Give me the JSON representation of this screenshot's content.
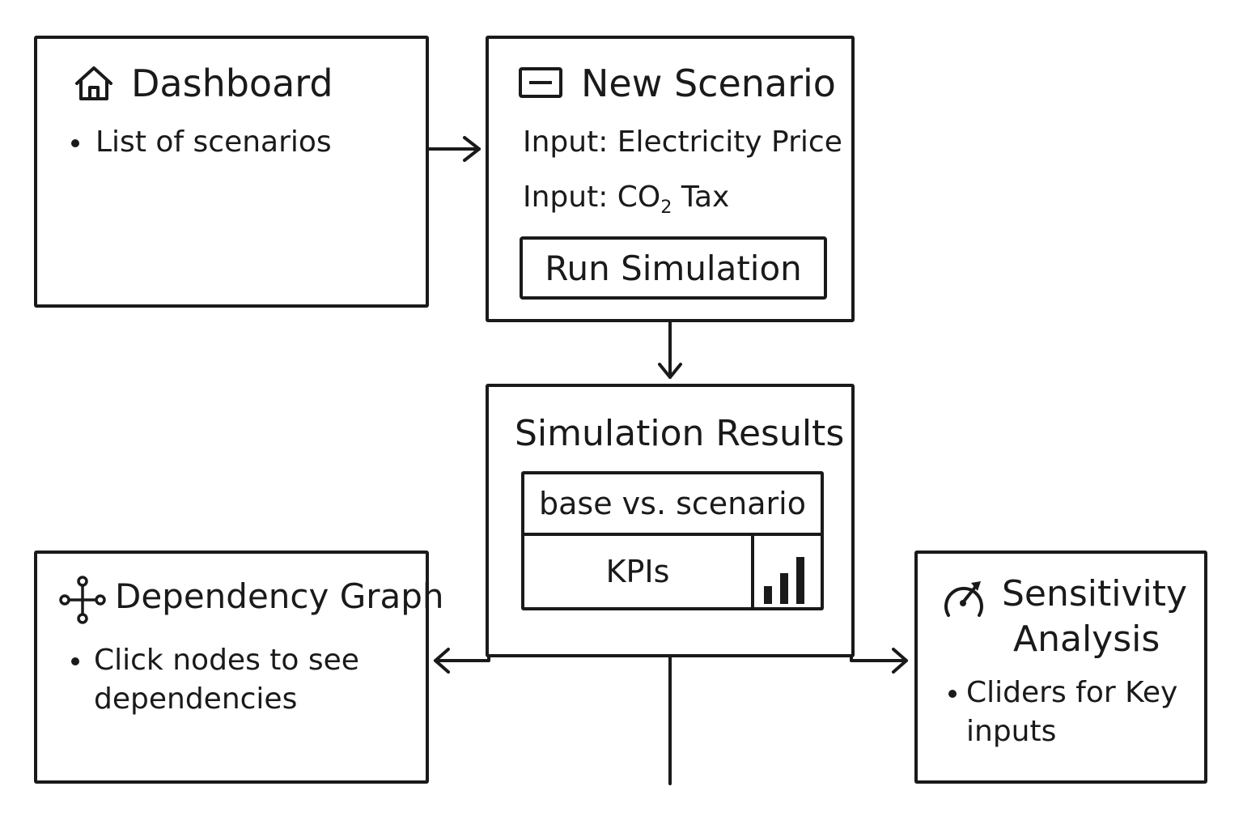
{
  "dashboard": {
    "title": "Dashboard",
    "icon": "home-icon",
    "items": [
      "List of scenarios"
    ]
  },
  "new_scenario": {
    "title": "New Scenario",
    "icon": "form-icon",
    "input_electricity": "Input: Electricity Price",
    "input_co2_prefix": "Input: CO",
    "input_co2_sub": "2",
    "input_co2_suffix": " Tax",
    "run_button": "Run Simulation"
  },
  "results": {
    "title": "Simulation Results",
    "comparison_label": "base vs. scenario",
    "kpis_label": "KPIs",
    "chart_icon": "bar-chart-icon"
  },
  "dependency_graph": {
    "title": "Dependency Graph",
    "icon": "graph-nodes-icon",
    "item_line1": "Click nodes to see",
    "item_line2": "dependencies"
  },
  "sensitivity": {
    "title_line1": "Sensitivity",
    "title_line2": "Analysis",
    "icon": "gauge-icon",
    "item_line1": "Cliders for Key",
    "item_line2": "inputs"
  },
  "colors": {
    "stroke": "#1a1a1a",
    "background": "#ffffff"
  }
}
